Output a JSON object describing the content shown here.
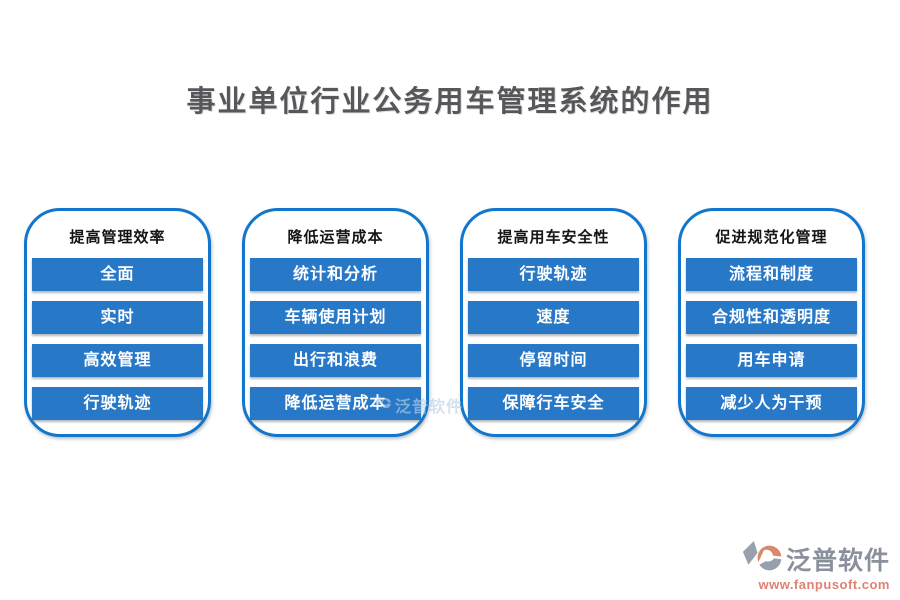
{
  "page": {
    "title": "事业单位行业公务用车管理系统的作用"
  },
  "cards": [
    {
      "header": "提高管理效率",
      "items": [
        "全面",
        "实时",
        "高效管理",
        "行驶轨迹"
      ]
    },
    {
      "header": "降低运营成本",
      "items": [
        "统计和分析",
        "车辆使用计划",
        "出行和浪费",
        "降低运营成本"
      ]
    },
    {
      "header": "提高用车安全性",
      "items": [
        "行驶轨迹",
        "速度",
        "停留时间",
        "保障行车安全"
      ]
    },
    {
      "header": "促进规范化管理",
      "items": [
        "流程和制度",
        "合规性和透明度",
        "用车申请",
        "减少人为干预"
      ]
    }
  ],
  "watermark": {
    "text": "泛普软件"
  },
  "footer_logo": {
    "brand": "泛普软件",
    "website": "www.fanpusoft.com"
  },
  "colors": {
    "button_blue": "#2878c8",
    "card_border_blue": "#1277cc",
    "title_gray": "#56575b",
    "brand_gray": "#8a909c",
    "brand_salmon": "#de8273",
    "logo_orange": "#d9886c"
  }
}
